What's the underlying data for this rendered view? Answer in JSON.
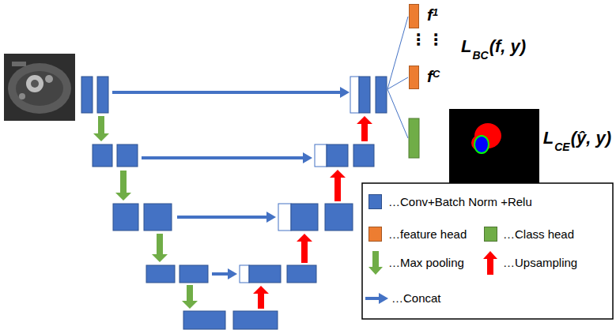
{
  "diagram": {
    "nodes": [
      {
        "text": [
          "f",
          "1"
        ]
      },
      {
        "text": [
          "f",
          "C"
        ]
      }
    ],
    "labels": [
      "⋮",
      "⋮",
      "L",
      "BC",
      "(f, y)",
      "L",
      "CE",
      "(ŷ, y)"
    ],
    "legend": [
      {
        "text": "…Conv+Batch Norm +Relu",
        "color": "#4472C4"
      },
      {
        "text": "…feature head",
        "color": "#ED7D31"
      },
      {
        "text": "…Class head",
        "color": "#70AD47"
      },
      {
        "text": "…Max pooling"
      },
      {
        "text": "…Upsampling"
      },
      {
        "text": "…Concat"
      }
    ]
  }
}
